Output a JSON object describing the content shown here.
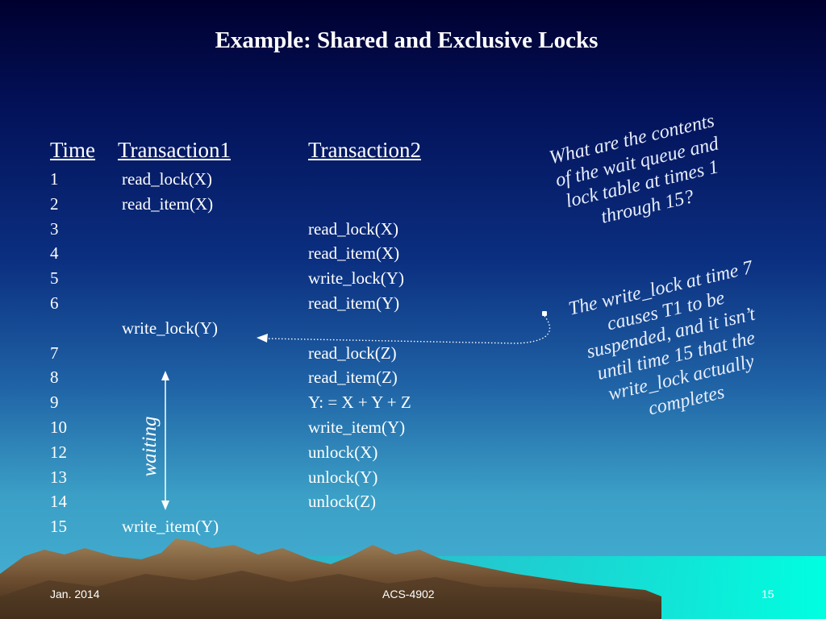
{
  "title": "Example: Shared and Exclusive Locks",
  "table": {
    "headers": {
      "time": "Time",
      "t1": "Transaction1",
      "t2": "Transaction2"
    },
    "rows": [
      {
        "time": "1",
        "t1": "read_lock(X)",
        "t2": ""
      },
      {
        "time": "2",
        "t1": "read_item(X)",
        "t2": ""
      },
      {
        "time": "3",
        "t1": "",
        "t2": "read_lock(X)"
      },
      {
        "time": "4",
        "t1": "",
        "t2": "read_item(X)"
      },
      {
        "time": "5",
        "t1": "",
        "t2": "write_lock(Y)"
      },
      {
        "time": "6",
        "t1": "",
        "t2": "read_item(Y)"
      },
      {
        "time": "",
        "t1": "write_lock(Y)",
        "t2": ""
      },
      {
        "time": "7",
        "t1": "",
        "t2": "read_lock(Z)"
      },
      {
        "time": "8",
        "t1": "",
        "t2": "read_item(Z)"
      },
      {
        "time": "9",
        "t1": "",
        "t2": "Y: = X + Y + Z"
      },
      {
        "time": "10",
        "t1": "",
        "t2": "write_item(Y)"
      },
      {
        "time": "12",
        "t1": "",
        "t2": "unlock(X)"
      },
      {
        "time": "13",
        "t1": "",
        "t2": "unlock(Y)"
      },
      {
        "time": "14",
        "t1": "",
        "t2": "unlock(Z)"
      },
      {
        "time": "15",
        "t1": "write_item(Y)",
        "t2": ""
      }
    ]
  },
  "waiting_label": "waiting",
  "notes": {
    "question": [
      "What are the contents",
      "of the wait queue and",
      "lock table at times 1",
      "through 15?"
    ],
    "explanation": [
      "The write_lock at time 7",
      "causes T1 to be",
      "suspended, and it isn’t",
      "until time 15 that the",
      "write_lock actually",
      "completes"
    ]
  },
  "footer": {
    "left": "Jan. 2014",
    "center": "ACS-4902",
    "right": "15"
  },
  "colors": {
    "mountain": "#7a5a3a",
    "mountain_light": "#9a7a52",
    "ground": "#04e8cf"
  }
}
